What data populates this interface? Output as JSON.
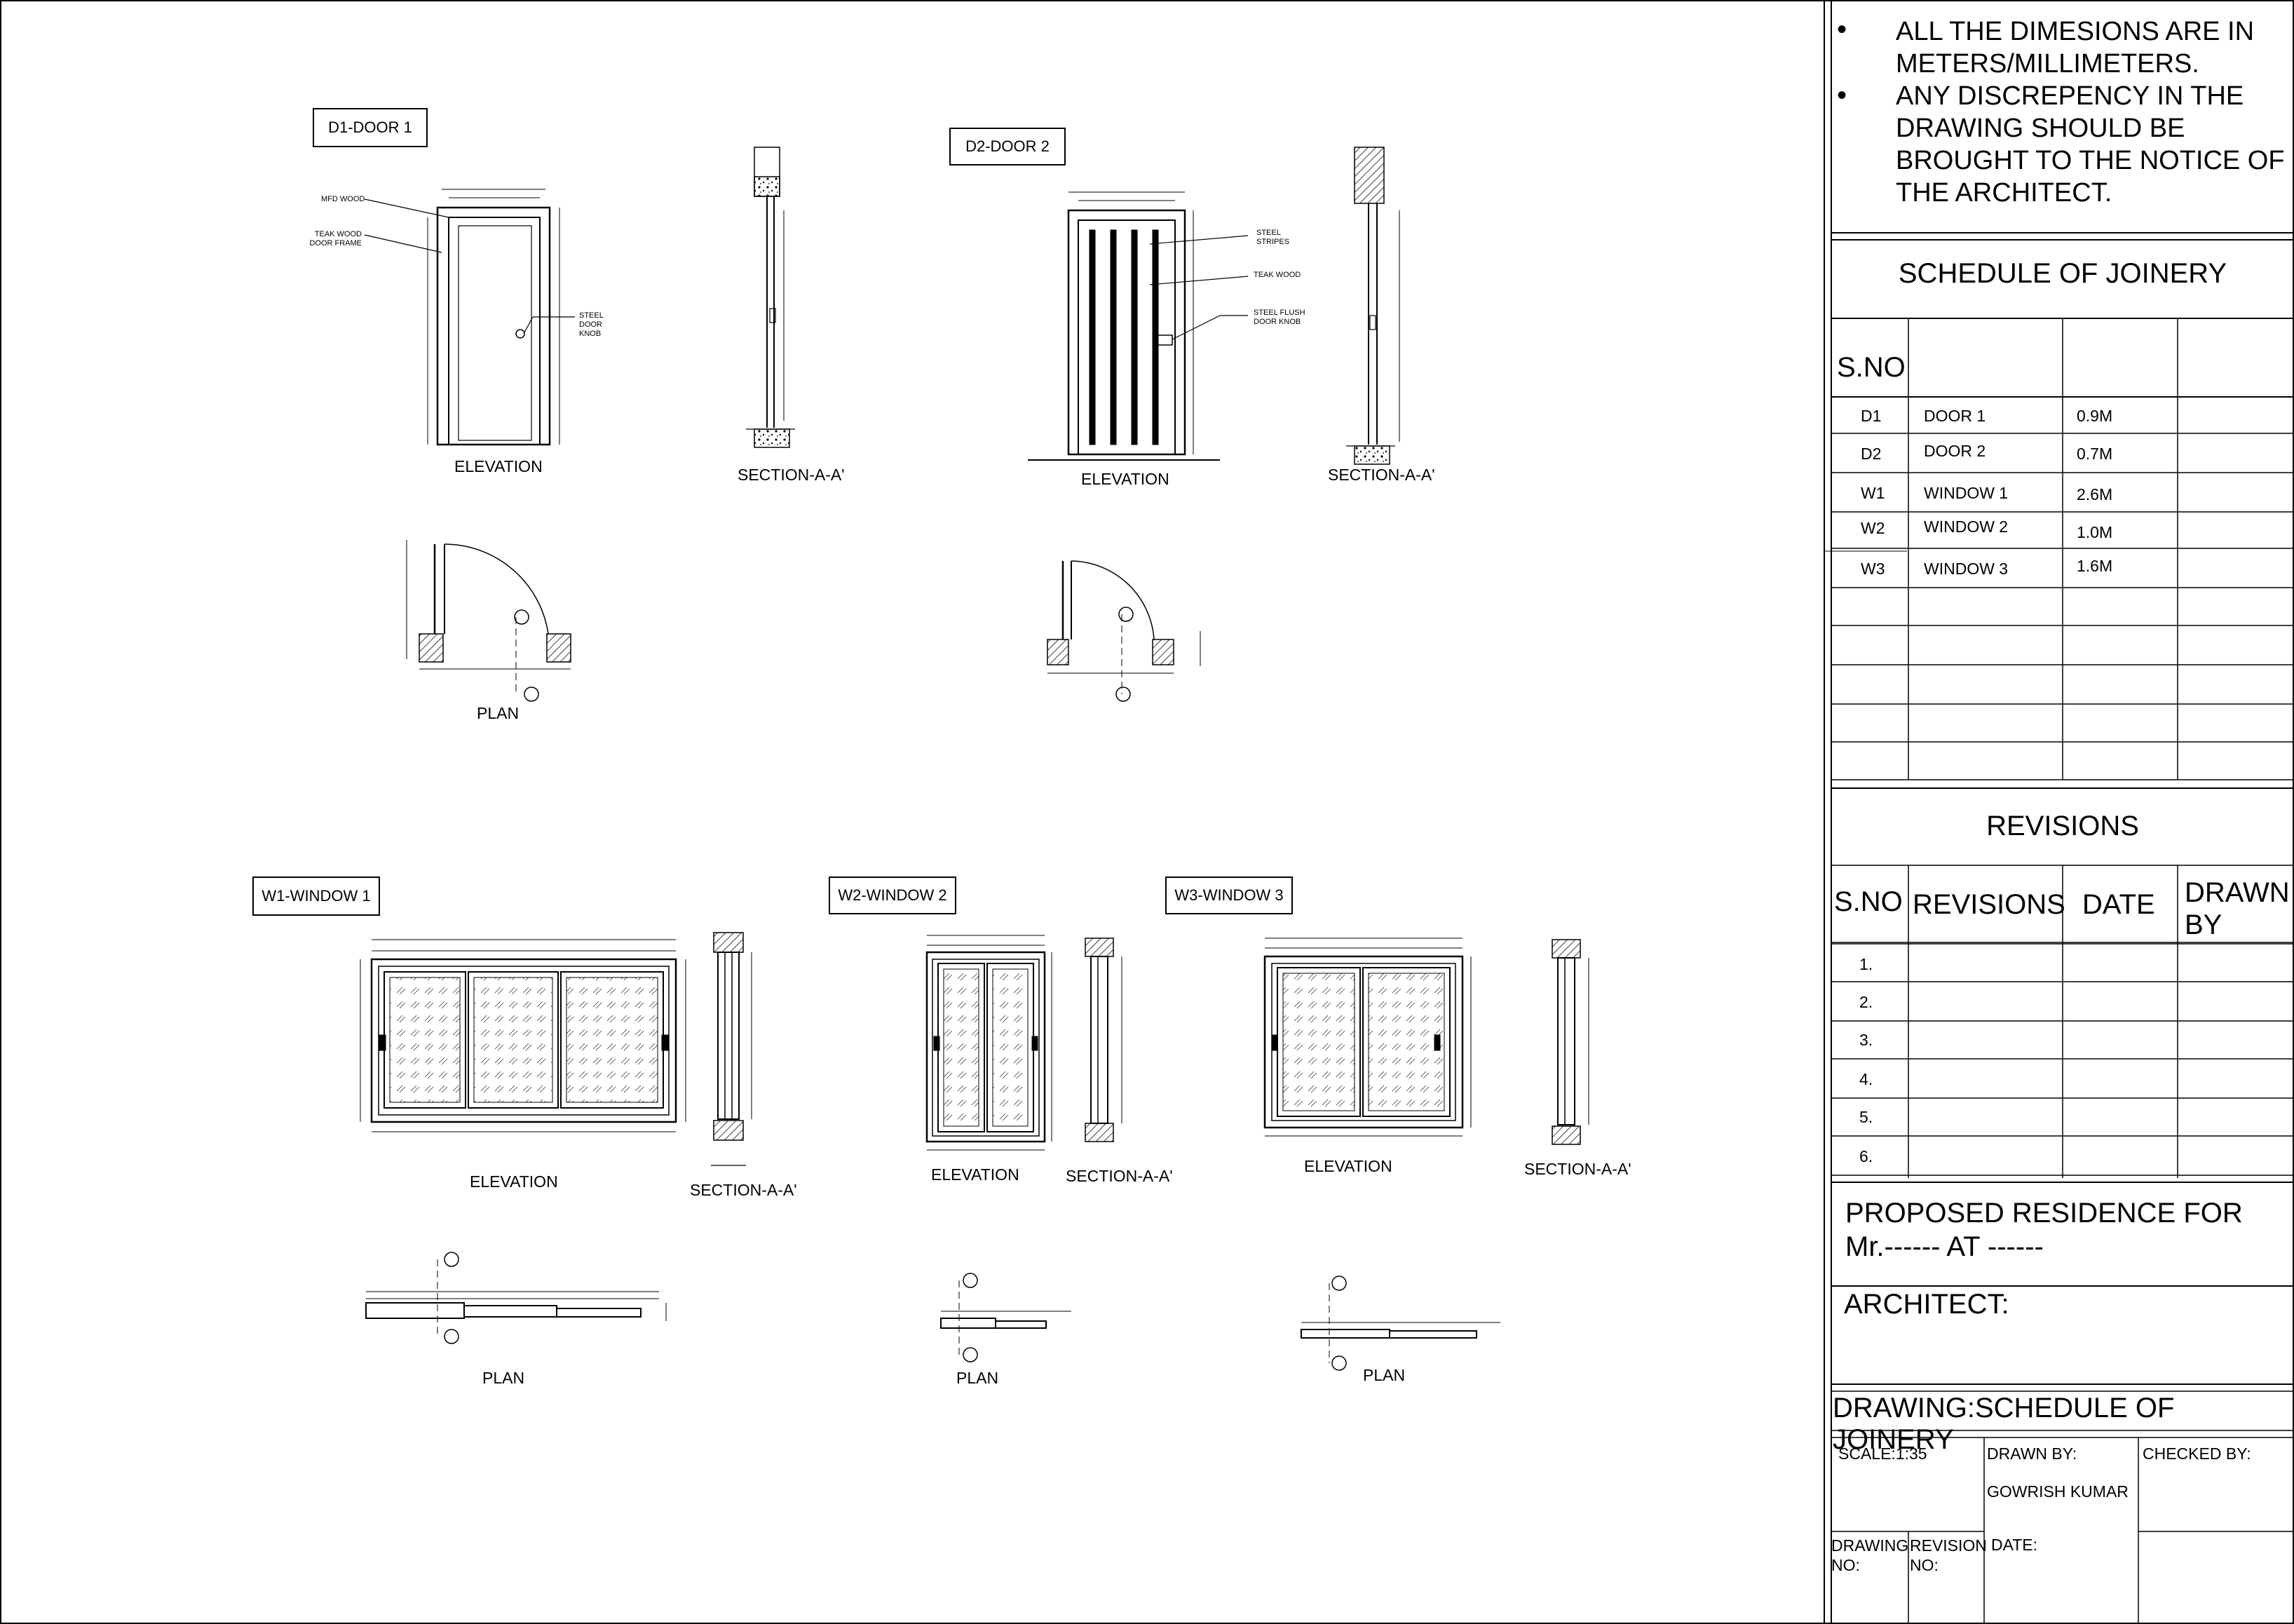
{
  "notes": [
    "ALL THE DIMESIONS ARE IN METERS/MILLIMETERS.",
    "ANY DISCREPENCY IN THE DRAWING SHOULD BE BROUGHT TO THE NOTICE OF THE ARCHITECT."
  ],
  "schedule": {
    "title": "SCHEDULE OF JOINERY",
    "sno_header": "S.NO",
    "rows": [
      {
        "code": "D1",
        "name": "DOOR 1",
        "size": "0.9M"
      },
      {
        "code": "D2",
        "name": "DOOR 2",
        "size": "0.7M"
      },
      {
        "code": "W1",
        "name": "WINDOW 1",
        "size": "2.6M"
      },
      {
        "code": "W2",
        "name": "WINDOW 2",
        "size": "1.0M"
      },
      {
        "code": "W3",
        "name": "WINDOW 3",
        "size": "1.6M"
      }
    ]
  },
  "revisions": {
    "title": "REVISIONS",
    "headers": [
      "S.NO",
      "REVISIONS",
      "DATE",
      "DRAWN BY"
    ],
    "rows": [
      "1.",
      "2.",
      "3.",
      "4.",
      "5.",
      "6."
    ]
  },
  "project": {
    "title_line1": "PROPOSED RESIDENCE FOR",
    "title_line2": "Mr.------ AT ------",
    "architect_label": "ARCHITECT:",
    "drawing_title": "DRAWING:SCHEDULE OF JOINERY",
    "scale": "SCALE:1:35",
    "drawn_by_label": "DRAWN BY:",
    "drawn_by_name": "GOWRISH KUMAR",
    "checked_by_label": "CHECKED BY:",
    "drawing_no_label": "DRAWING NO:",
    "revision_no_label": "REVISION NO:",
    "date_label": "DATE:"
  },
  "drawings": {
    "d1": {
      "tag": "D1-DOOR 1",
      "elevation": "ELEVATION",
      "section": "SECTION-A-A'",
      "plan": "PLAN",
      "callouts": [
        "MFD WOOD",
        "TEAK WOOD DOOR FRAME",
        "STEEL DOOR KNOB"
      ]
    },
    "d2": {
      "tag": "D2-DOOR 2",
      "elevation": "ELEVATION",
      "section": "SECTION-A-A'",
      "callouts": [
        "STEEL STRIPES",
        "TEAK WOOD",
        "STEEL FLUSH DOOR KNOB"
      ]
    },
    "w1": {
      "tag": "W1-WINDOW 1",
      "elevation": "ELEVATION",
      "section": "SECTION-A-A'",
      "plan": "PLAN"
    },
    "w2": {
      "tag": "W2-WINDOW 2",
      "elevation": "ELEVATION",
      "section": "SECTION-A-A'",
      "plan": "PLAN"
    },
    "w3": {
      "tag": "W3-WINDOW 3",
      "elevation": "ELEVATION",
      "section": "SECTION-A-A'",
      "plan": "PLAN"
    }
  }
}
